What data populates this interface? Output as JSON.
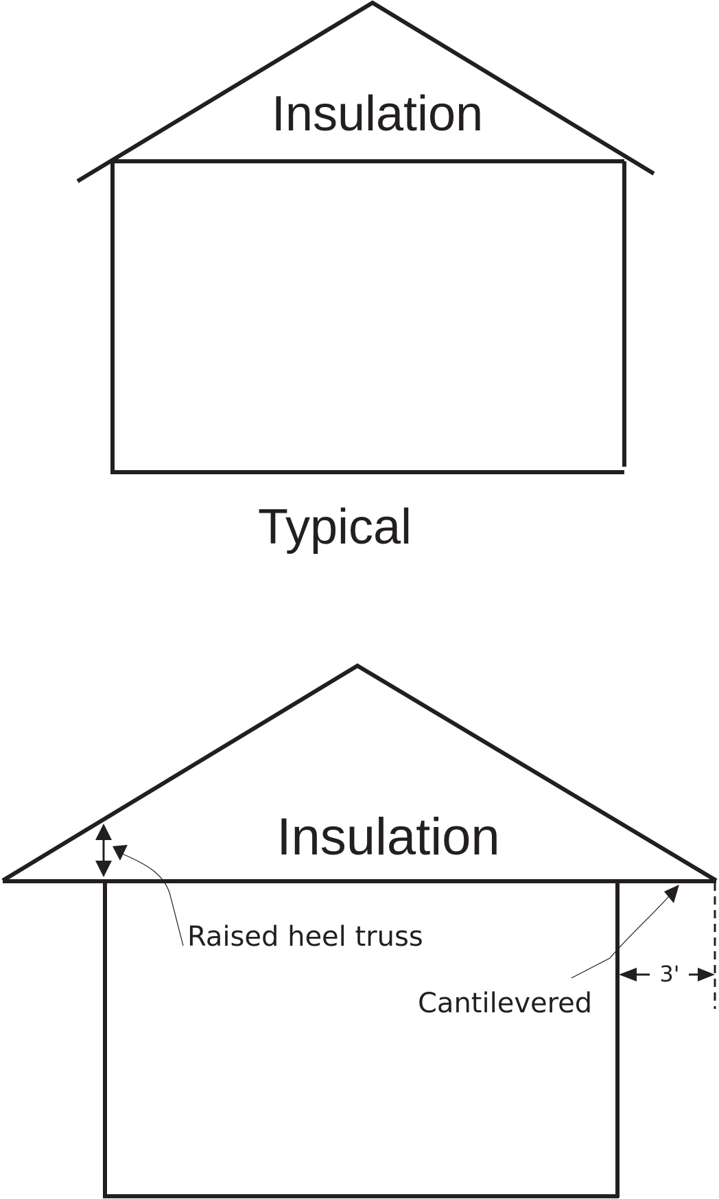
{
  "typical": {
    "roof_label": "Insulation",
    "caption": "Typical"
  },
  "improved": {
    "roof_label": "Insulation",
    "raised_heel_label": "Raised heel truss",
    "cantilever_label": "Cantilevered",
    "cantilever_dimension": "3'"
  }
}
